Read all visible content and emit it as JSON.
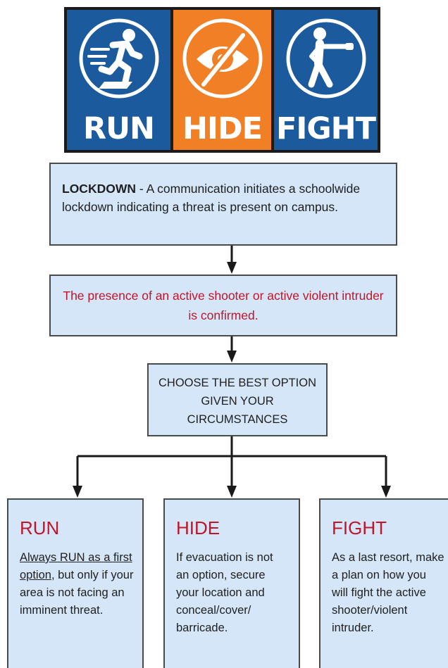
{
  "banner": {
    "panels": [
      {
        "label": "RUN",
        "color": "#1b5a9c",
        "icon": "running-person-icon"
      },
      {
        "label": "HIDE",
        "color": "#f07f25",
        "icon": "crossed-eye-icon"
      },
      {
        "label": "FIGHT",
        "color": "#1b5a9c",
        "icon": "punching-person-icon"
      }
    ]
  },
  "steps": {
    "lockdown_term": "LOCKDOWN",
    "lockdown_text": " - A communication initiates a schoolwide lockdown indicating a threat is present on campus.",
    "confirmed_text": "The presence of an active shooter or active violent intruder is confirmed.",
    "choose_text": "CHOOSE THE BEST OPTION GIVEN YOUR CIRCUMSTANCES"
  },
  "options": [
    {
      "title": "RUN",
      "emphasis": "Always RUN as a first option",
      "body": ", but only if your area is not facing an imminent threat."
    },
    {
      "title": "HIDE",
      "body": "If evacuation is not an option, secure your location and conceal/cover/ barricade."
    },
    {
      "title": "FIGHT",
      "body": "As a last resort, make a plan on how you will fight the active shooter/violent intruder."
    }
  ],
  "colors": {
    "box_fill": "#d4e6f7",
    "accent_red": "#c0152a",
    "run_fight_blue": "#1b5a9c",
    "hide_orange": "#f07f25"
  }
}
